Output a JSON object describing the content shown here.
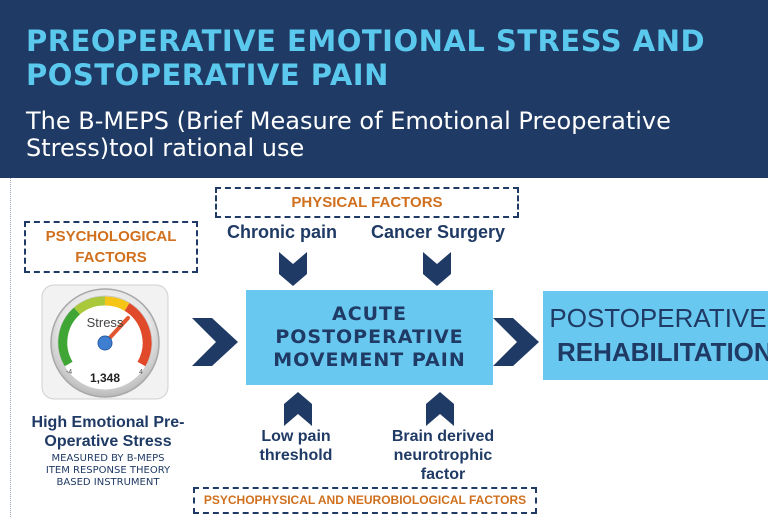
{
  "header": {
    "title": "PREOPERATIVE EMOTIONAL STRESS AND POSTOPERATIVE PAIN",
    "subtitle": "The B-MEPS (Brief Measure of Emotional Preoperative Stress)tool rational use"
  },
  "psychological": {
    "label": "PSYCHOLOGICAL FACTORS",
    "gauge": {
      "label": "Stress",
      "value": "1,348",
      "ticks": [
        "-4",
        "4"
      ]
    },
    "caption_line1": "High Emotional Pre-",
    "caption_line2": "Operative Stress",
    "note_line1": "MEASURED BY B-MEPS",
    "note_line2": "ITEM RESPONSE THEORY",
    "note_line3": "BASED INSTRUMENT"
  },
  "physical": {
    "label": "PHYSICAL FACTORS",
    "item1": "Chronic pain",
    "item2": "Cancer Surgery"
  },
  "center": {
    "line1": "ACUTE",
    "line2": "POSTOPERATIVE",
    "line3": "MOVEMENT PAIN"
  },
  "outcome": {
    "line1": "POSTOPERATIVE",
    "line2": "REHABILITATION"
  },
  "psychophysical": {
    "label": "PSYCHOPHYSICAL AND NEUROBIOLOGICAL FACTORS",
    "item1_line1": "Low pain",
    "item1_line2": "threshold",
    "item2_line1": "Brain derived",
    "item2_line2": "neurotrophic",
    "item2_line3": "factor"
  },
  "colors": {
    "header_bg": "#1f3a64",
    "title": "#5bc8ee",
    "box_fill": "#69c8ef",
    "factor_label": "#d0701e",
    "arrow": "#1f3a64"
  }
}
